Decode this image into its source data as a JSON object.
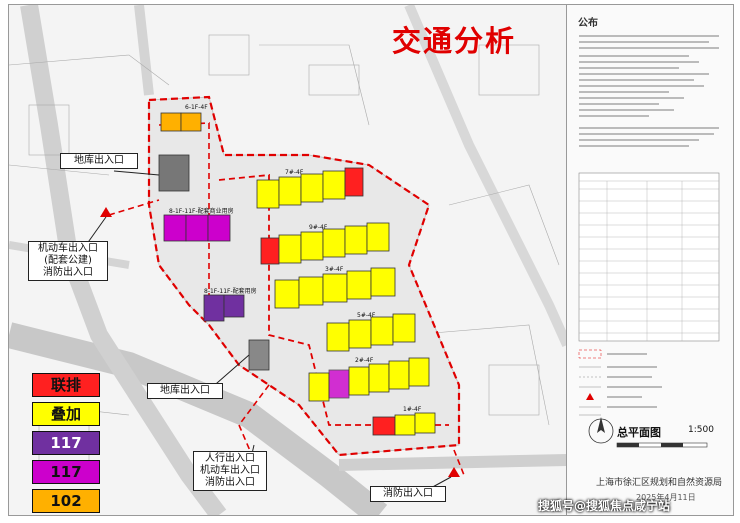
{
  "title": "交通分析",
  "legend": [
    {
      "label": "联排",
      "color": "#ff2020"
    },
    {
      "label": "叠加",
      "color": "#ffff00"
    },
    {
      "label": "117",
      "color": "#7030a0"
    },
    {
      "label": "117",
      "color": "#cc00cc"
    },
    {
      "label": "102",
      "color": "#ffb000"
    }
  ],
  "callouts": {
    "garage_top": "地库出入口",
    "vehicle_left": "机动车出入口\n(配套公建)\n消防出入口",
    "garage_bottom": "地库出入口",
    "pedestrian_bottom": "人行出入口\n机动车出入口\n消防出入口",
    "fire_right": "消防出入口"
  },
  "building_labels": {
    "b1": "6-1F-4F",
    "b2": "8-1F-11F-配套商业用房",
    "b3": "8-1F-11F-配套用房",
    "b4": "7#-4F",
    "b5": "9#-4F",
    "b6": "3#-4F",
    "b7": "5#-4F",
    "b8": "2#-4F",
    "b9": "1#-4F"
  },
  "panel": {
    "notice_title": "公布",
    "scale_title": "总平面图",
    "scale_ratio": "1:500",
    "bureau": "上海市徐汇区规划和自然资源局",
    "date": "2025年4月11日"
  },
  "watermark": "搜狐号@搜狐焦点咸宁站",
  "colors": {
    "road_red": "#e00000",
    "frame_border": "#222222"
  }
}
